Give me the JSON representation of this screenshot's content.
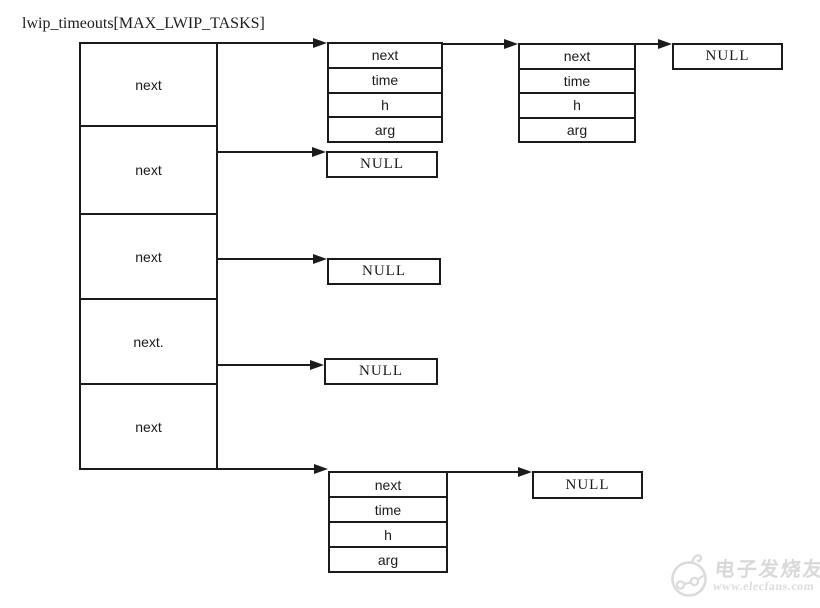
{
  "title": "lwip_timeouts[MAX_LWIP_TASKS]",
  "array": {
    "cells": [
      "next",
      "next",
      "next",
      "next.",
      "next"
    ]
  },
  "nodes": [
    {
      "fields": [
        "next",
        "time",
        "h",
        "arg"
      ]
    },
    {
      "fields": [
        "next",
        "time",
        "h",
        "arg"
      ]
    },
    {
      "fields": [
        "next",
        "time",
        "h",
        "arg"
      ]
    }
  ],
  "null_boxes": [
    "NULL",
    "NULL",
    "NULL",
    "NULL",
    "NULL"
  ],
  "watermark": {
    "brand": "电子发烧友",
    "site": "www.elecfans.com"
  },
  "colors": {
    "line": "#1b1b1b",
    "background": "#ffffff",
    "watermark": "#d9d9d9"
  }
}
